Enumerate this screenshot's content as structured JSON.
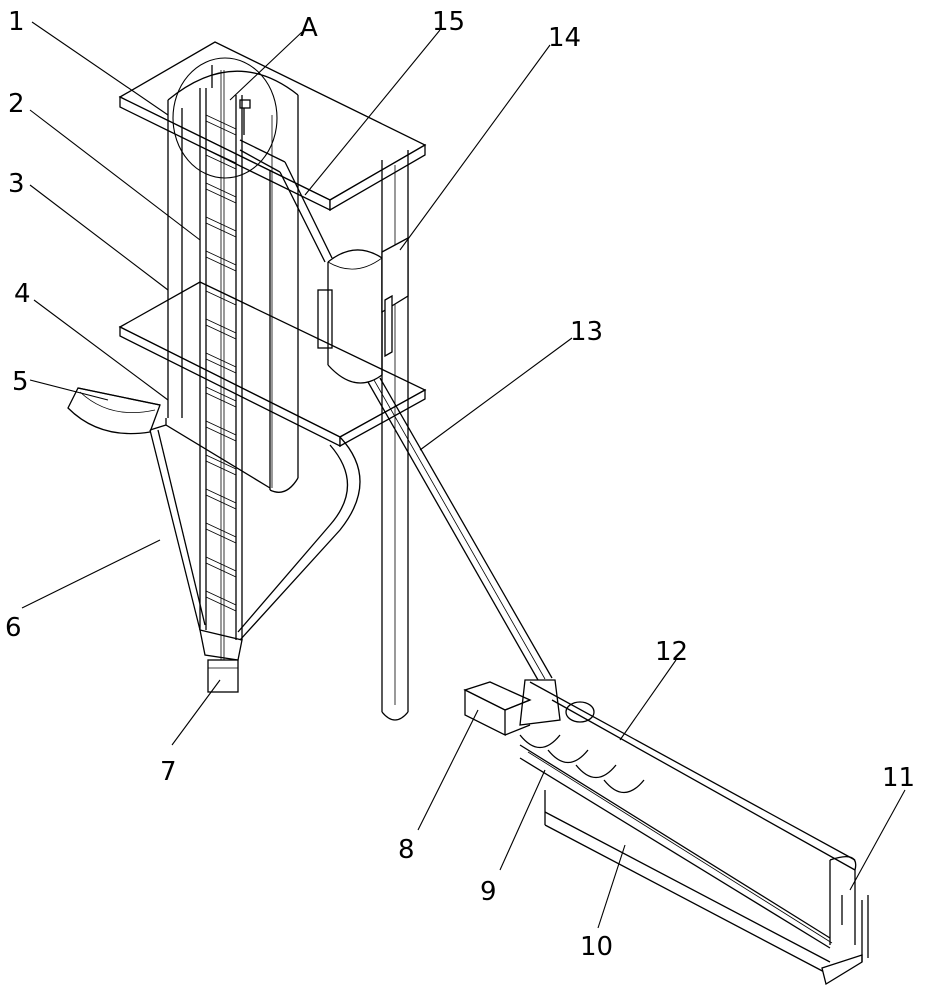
{
  "figure": {
    "callouts": [
      {
        "id": "c1",
        "label": "1"
      },
      {
        "id": "c2",
        "label": "2"
      },
      {
        "id": "c3",
        "label": "3"
      },
      {
        "id": "c4",
        "label": "4"
      },
      {
        "id": "c5",
        "label": "5"
      },
      {
        "id": "c6",
        "label": "6"
      },
      {
        "id": "c7",
        "label": "7"
      },
      {
        "id": "c8",
        "label": "8"
      },
      {
        "id": "c9",
        "label": "9"
      },
      {
        "id": "c10",
        "label": "10"
      },
      {
        "id": "c11",
        "label": "11"
      },
      {
        "id": "c12",
        "label": "12"
      },
      {
        "id": "c13",
        "label": "13"
      },
      {
        "id": "c14",
        "label": "14"
      },
      {
        "id": "c15",
        "label": "15"
      },
      {
        "id": "cA",
        "label": "A"
      }
    ]
  }
}
